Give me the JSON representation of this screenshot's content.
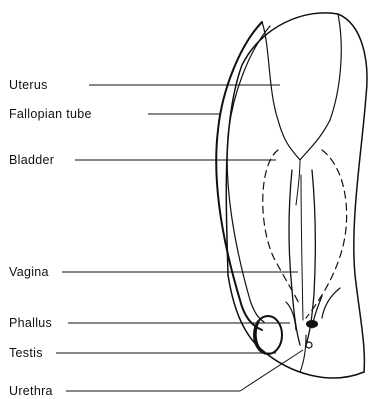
{
  "labels": {
    "uterus": "Uterus",
    "fallopian_tube": "Fallopian tube",
    "bladder": "Bladder",
    "vagina": "Vagina",
    "phallus": "Phallus",
    "testis": "Testis",
    "urethra": "Urethra"
  },
  "colors": {
    "ink": "#111111",
    "background": "#ffffff"
  }
}
